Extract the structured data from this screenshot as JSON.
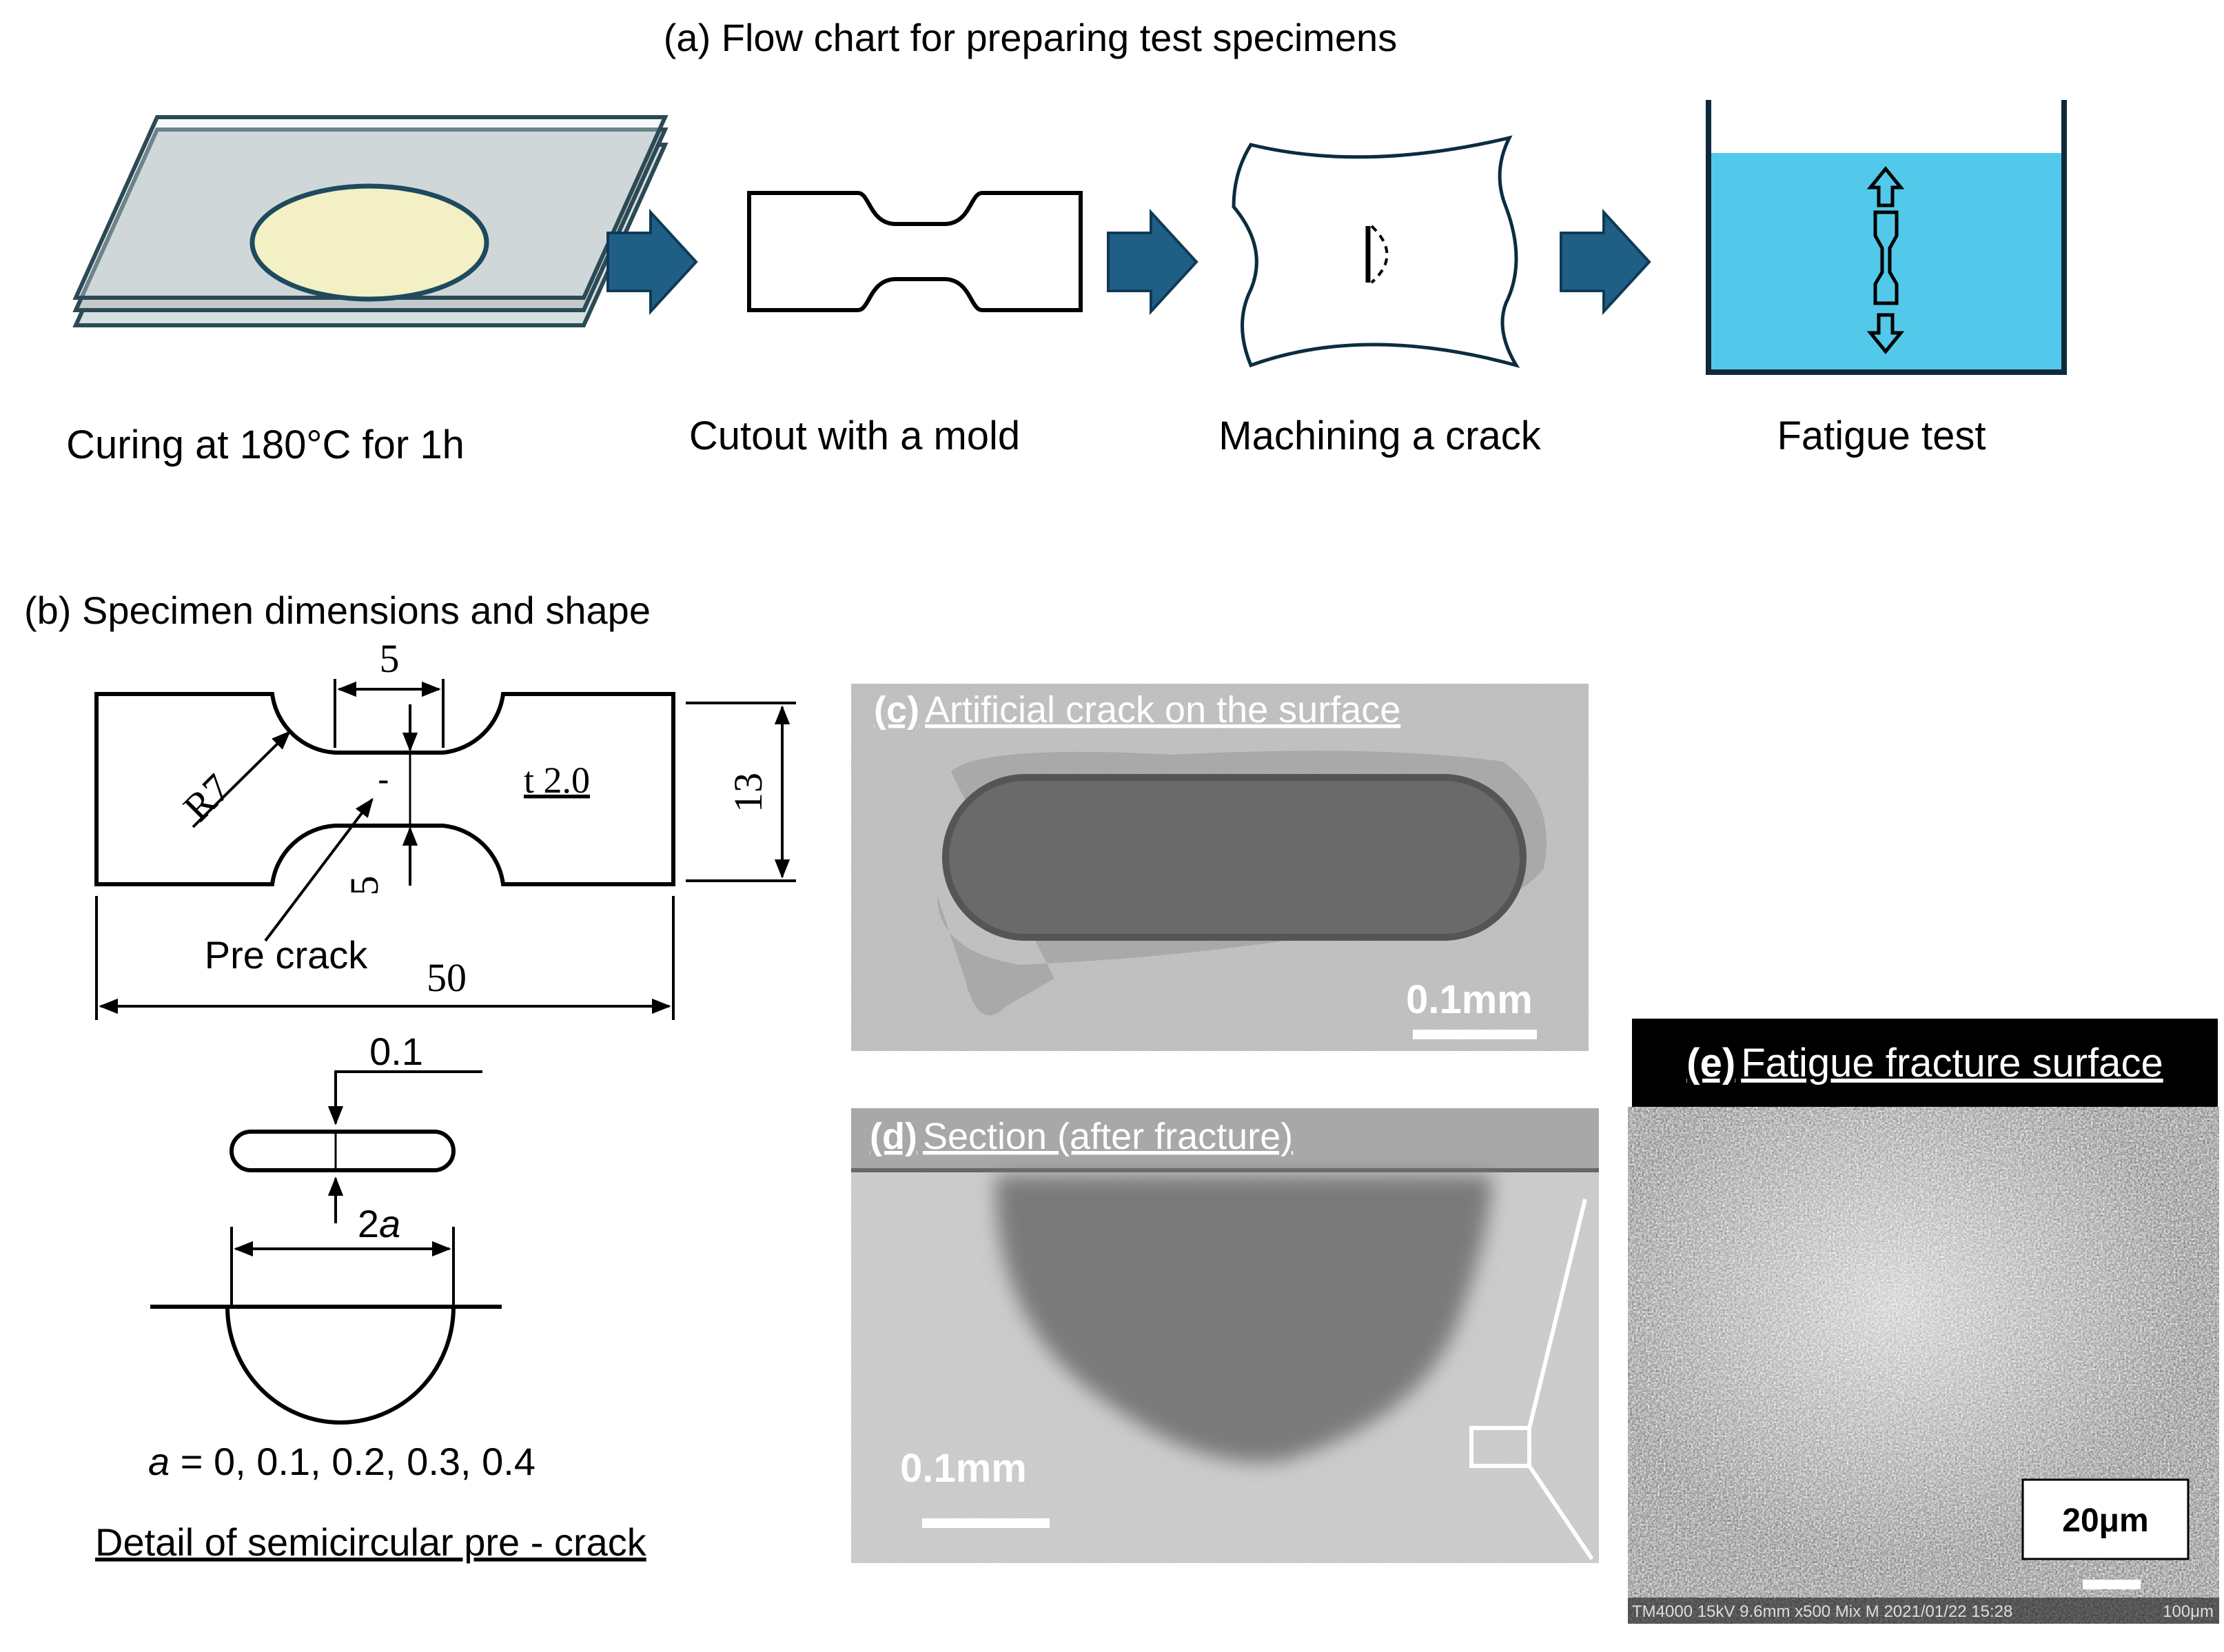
{
  "colors": {
    "arrow_fill": "#1f5f86",
    "arrow_stroke": "#0f3a55",
    "water": "#52c9ea",
    "film_plate": "#c4c9cb",
    "glass": "#e4ecec",
    "resin_disc": "#f2f0c4",
    "outline": "#000000"
  },
  "panel_a": {
    "title": "(a) Flow chart for preparing test specimens",
    "steps": [
      {
        "label": "Curing at 180°C for 1h"
      },
      {
        "label": "Cutout with a mold"
      },
      {
        "label": "Machining a crack"
      },
      {
        "label": "Fatigue test"
      }
    ]
  },
  "panel_b": {
    "title": "(b) Specimen dimensions and shape",
    "dims": {
      "gauge_len": "5",
      "radius": "R7",
      "thickness": "t 2.0",
      "height": "13",
      "width": "5",
      "length": "50",
      "precrack": "Pre crack"
    },
    "detail": {
      "slit_width": "0.1",
      "crack_len": "2",
      "crack_len_var": "a",
      "a_var": "a",
      "a_values": " = 0, 0.1, 0.2, 0.3, 0.4",
      "caption": "Detail of semicircular pre - crack"
    }
  },
  "panel_c": {
    "tag": "(c)",
    "title": "Artificial crack on  the surface",
    "scale": "0.1mm"
  },
  "panel_d": {
    "tag": "(d)",
    "title": "Section  (after fracture)",
    "scale": "0.1mm"
  },
  "panel_e": {
    "tag": "(e)",
    "title": "Fatigue fracture surface",
    "scale": "20μm",
    "sem_footer": "TM4000 15kV 9.6mm x500 Mix M 2021/01/22 15:28",
    "sem_scale": "100μm"
  }
}
